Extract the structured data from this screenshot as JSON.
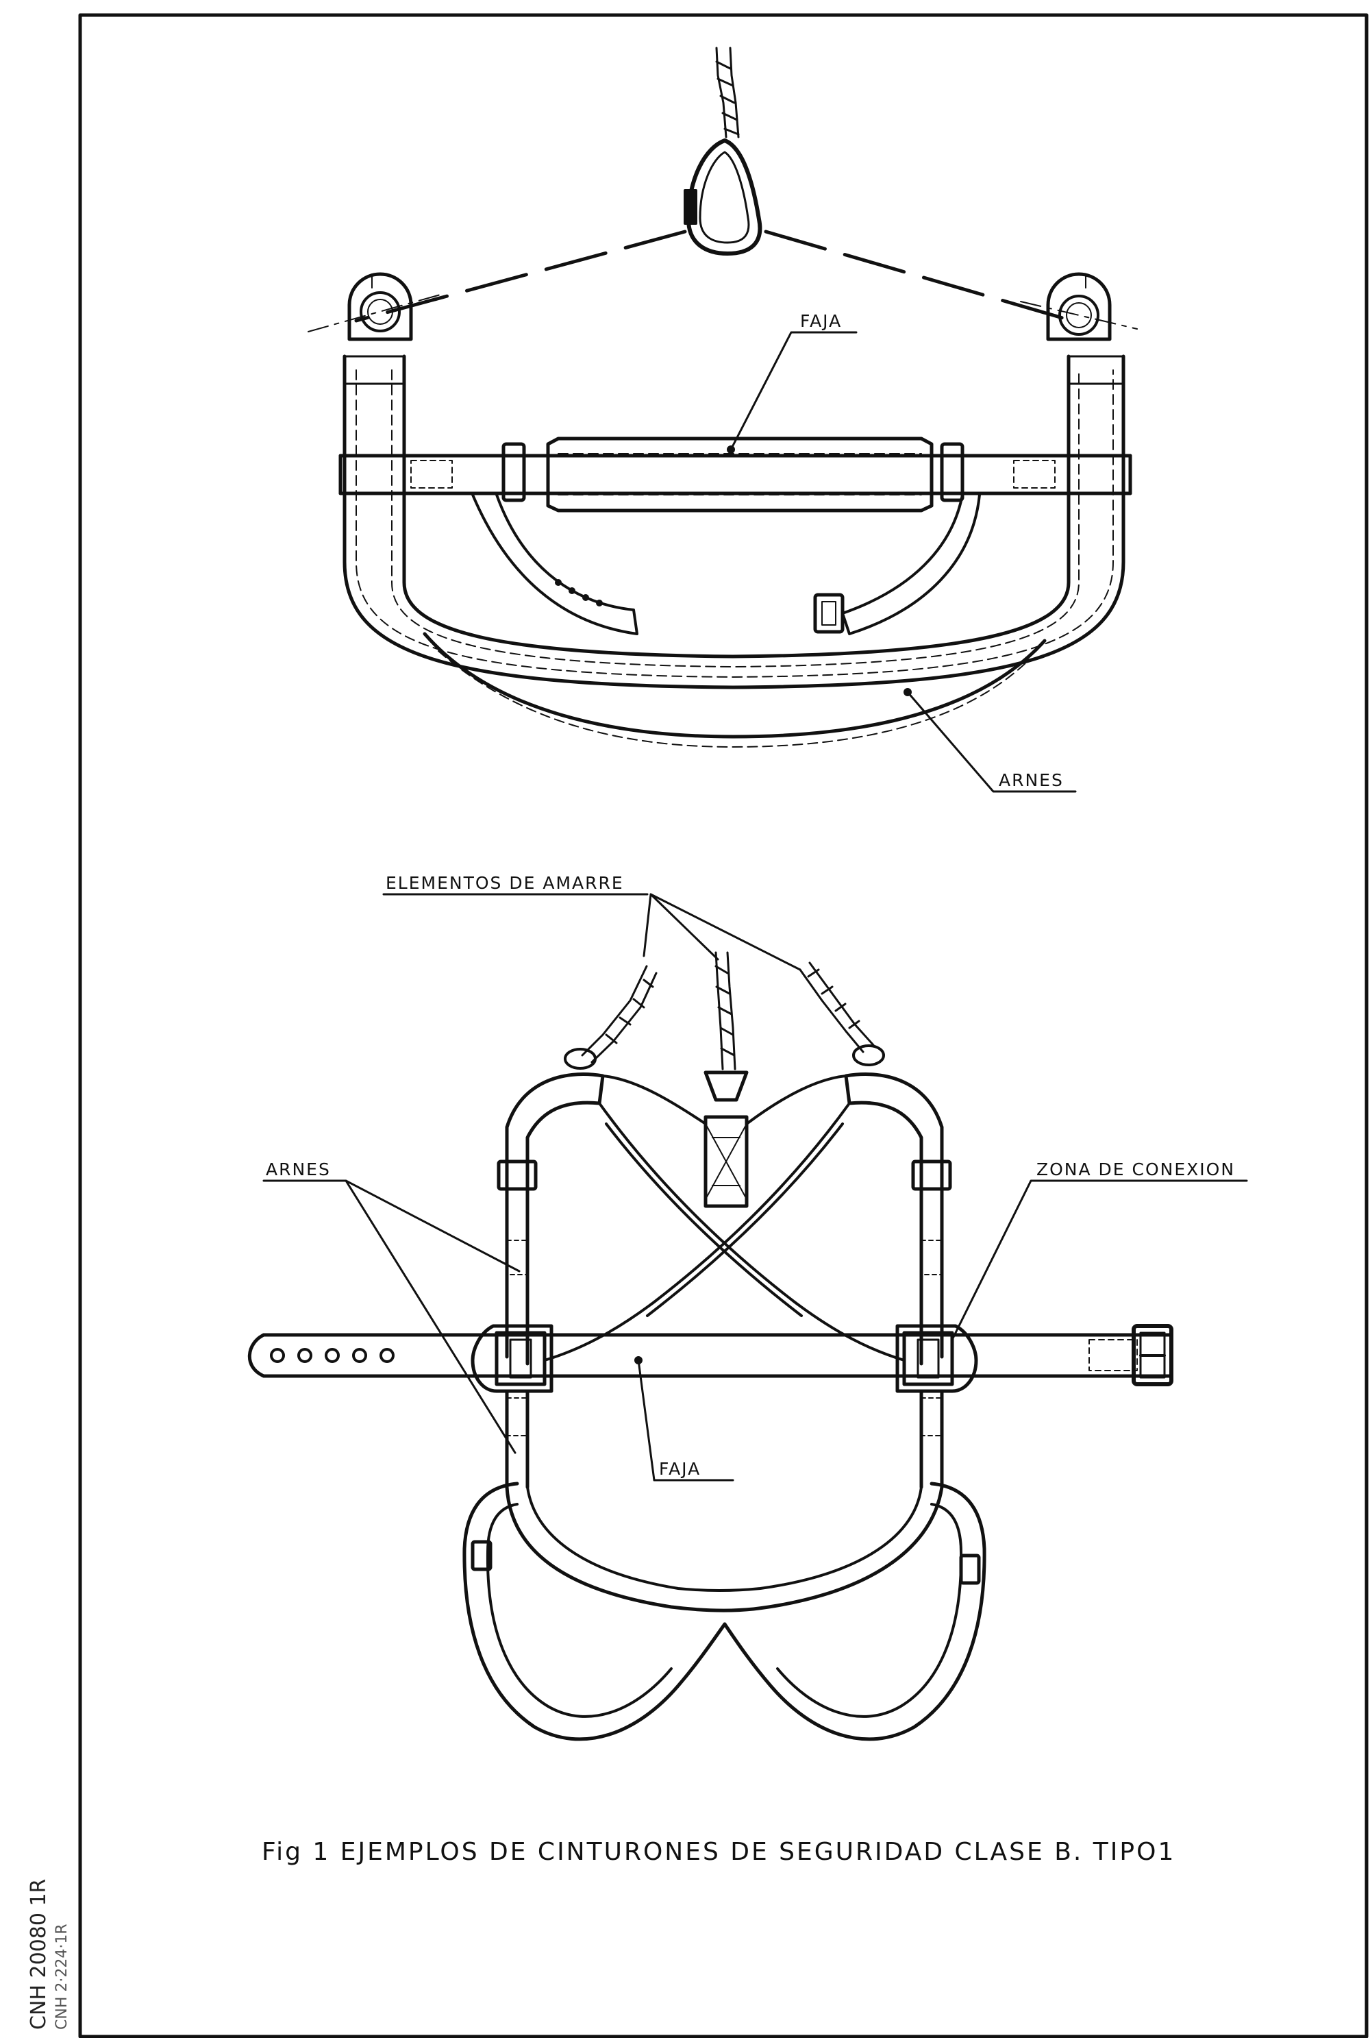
{
  "labels": {
    "faja_top": "FAJA",
    "arnes_top": "ARNES",
    "elementos": "ELEMENTOS DE AMARRE",
    "arnes_bottom": "ARNES",
    "zona": "ZONA DE CONEXION",
    "faja_bottom": "FAJA"
  },
  "caption": "Fig 1  EJEMPLOS DE CINTURONES  DE  SEGURIDAD   CLASE  B.  TIPO1",
  "stamps": {
    "line1": "CNH 20080 1R",
    "line2": "CNH 2·224·1R"
  }
}
